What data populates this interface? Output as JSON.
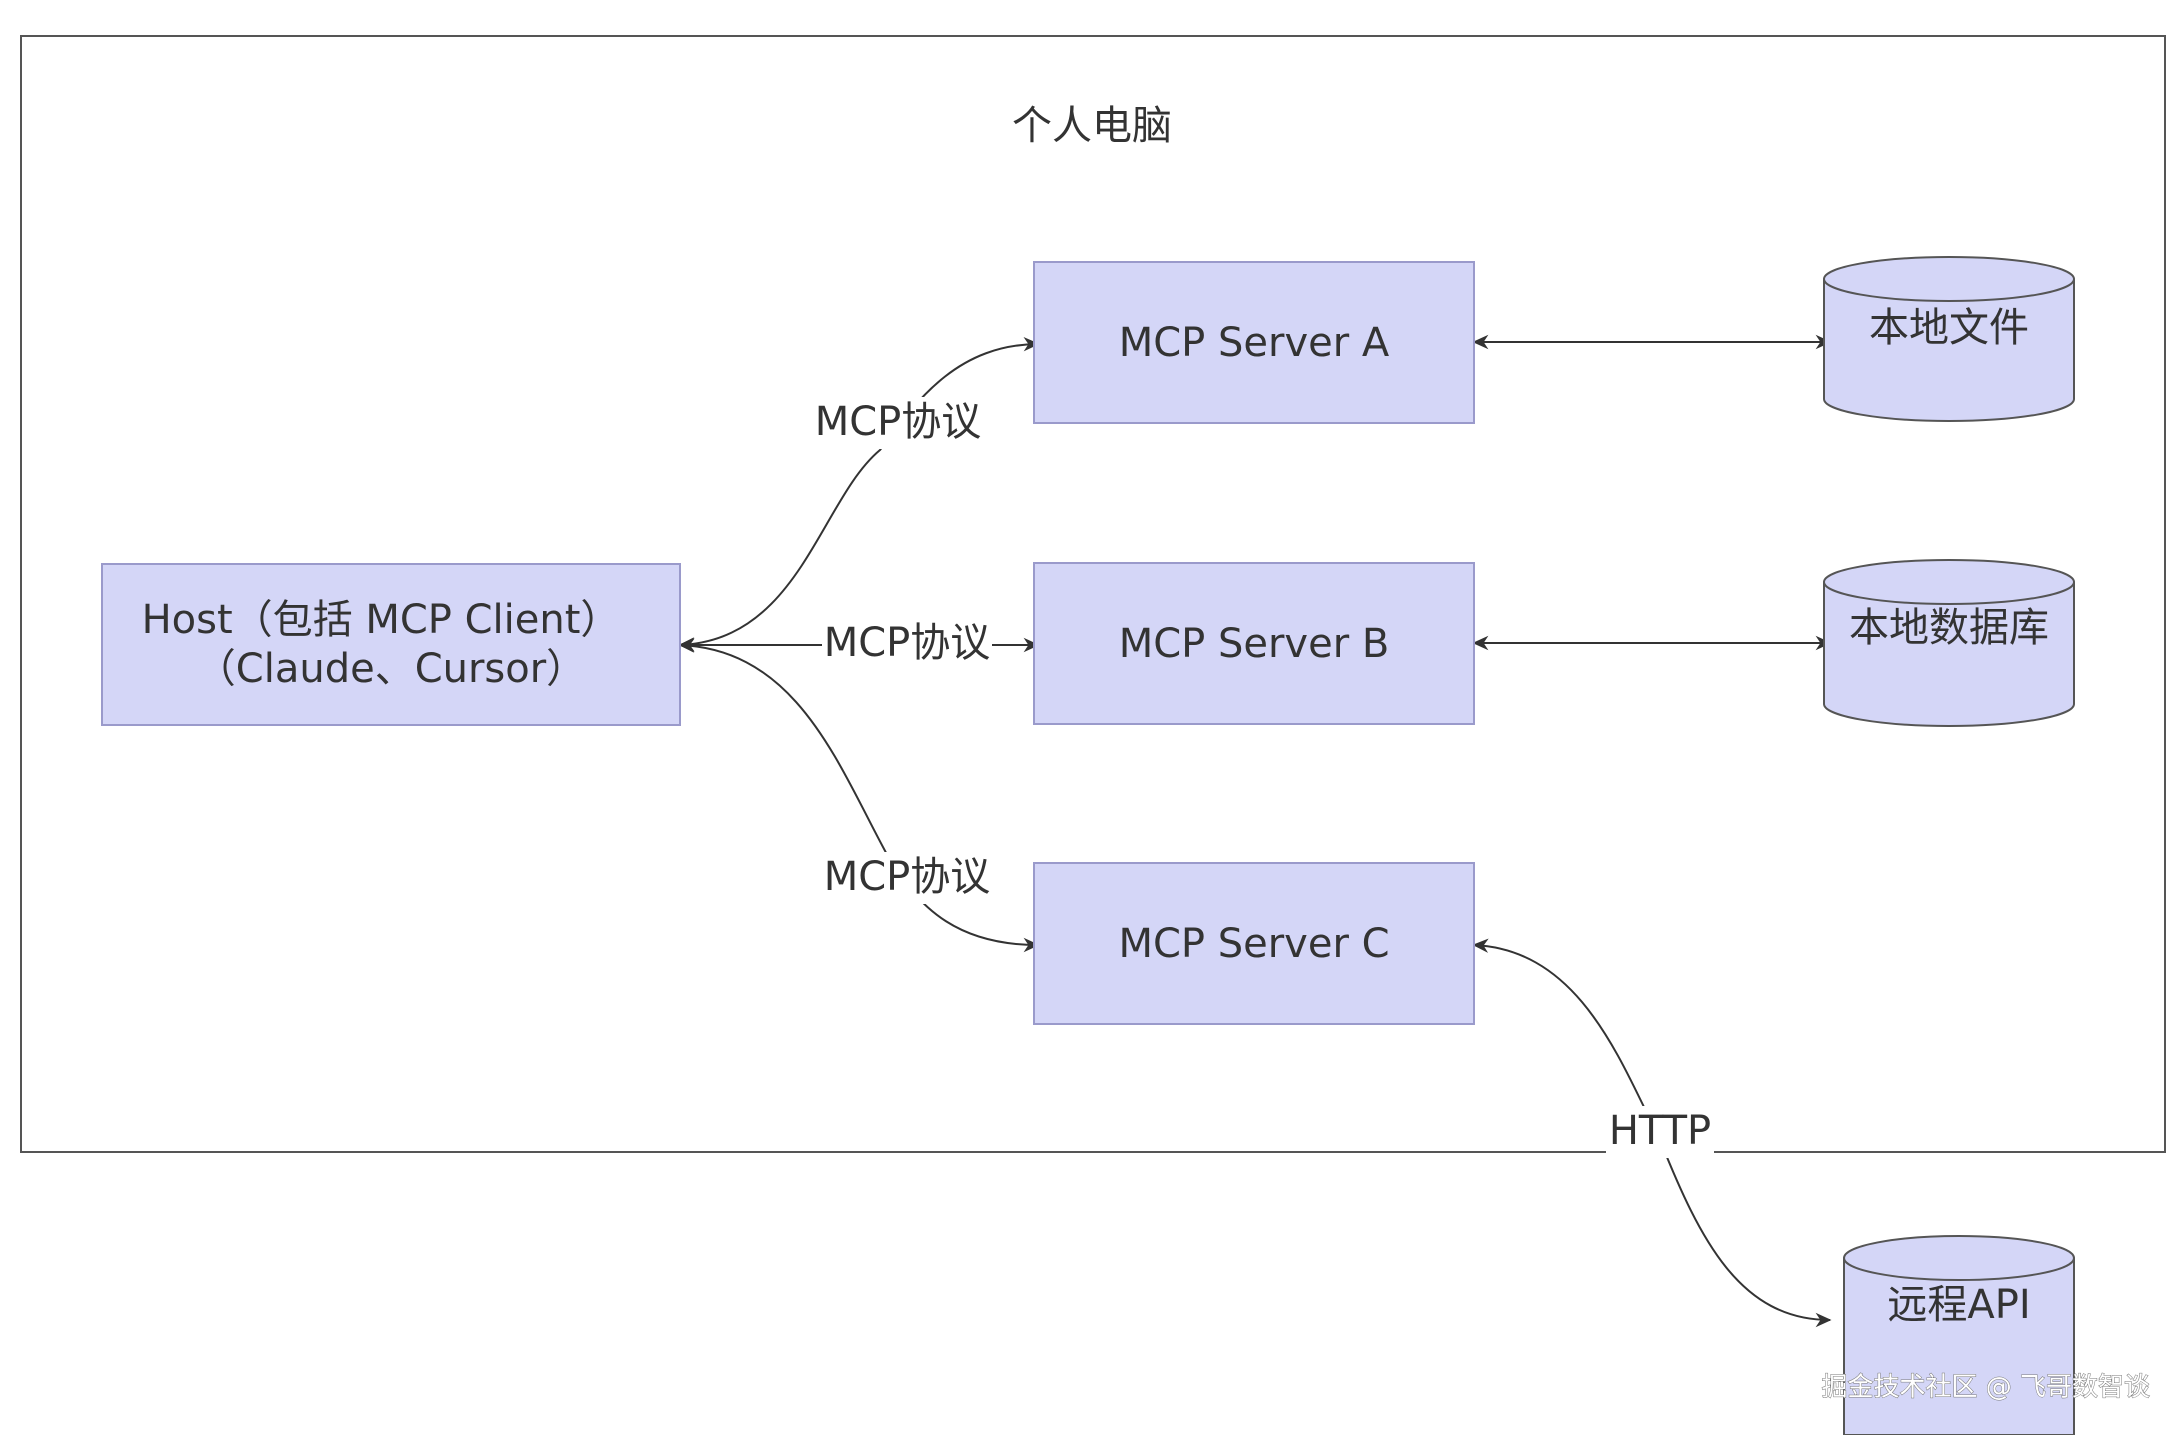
{
  "container": {
    "label": "个人电脑"
  },
  "host": {
    "line1": "Host（包括 MCP Client）",
    "line2": "（Claude、Cursor）"
  },
  "servers": [
    {
      "label": "MCP Server A"
    },
    {
      "label": "MCP Server B"
    },
    {
      "label": "MCP Server C"
    }
  ],
  "resources": [
    {
      "label": "本地文件"
    },
    {
      "label": "本地数据库"
    },
    {
      "label": "远程API"
    }
  ],
  "edges": {
    "host_to_a": "MCP协议",
    "host_to_b": "MCP协议",
    "host_to_c": "MCP协议",
    "c_to_api": "HTTP"
  },
  "watermark": "掘金技术社区 @ 飞哥数智谈",
  "colors": {
    "node_fill": "#d4d6f7",
    "node_stroke": "#9a9acb",
    "edge_stroke": "#333333",
    "container_stroke": "#555555"
  }
}
